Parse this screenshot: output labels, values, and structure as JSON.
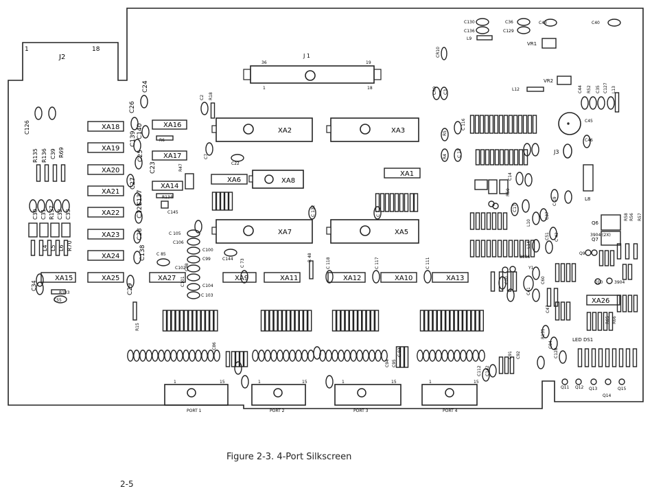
{
  "figure": {
    "caption": "Figure 2-3.  4-Port Silkscreen",
    "page_number": "2-5"
  },
  "connectors": {
    "j2": {
      "label": "J2",
      "pin_first": "1",
      "pin_last": "18"
    },
    "j1": {
      "label": "J 1",
      "pin_top_left": "36",
      "pin_top_right": "19",
      "pin_bottom_left": "1",
      "pin_bottom_right": "18"
    },
    "j3": {
      "label": "J3"
    }
  },
  "ports": [
    {
      "label": "PORT 1",
      "pin_first": "1",
      "pin_last": "15"
    },
    {
      "label": "PORT 2",
      "pin_first": "1",
      "pin_last": "15"
    },
    {
      "label": "PORT 3",
      "pin_first": "1",
      "pin_last": "15"
    },
    {
      "label": "PORT 4",
      "pin_first": "1",
      "pin_last": "15"
    }
  ],
  "large_ics": [
    "XA2",
    "XA3",
    "XA7",
    "XA5"
  ],
  "medium_ics": [
    "XA8",
    "XA1",
    "XA6",
    "XA26"
  ],
  "left_ics": [
    "XA18",
    "XA19",
    "XA20",
    "XA21",
    "XA22",
    "XA23",
    "XA24",
    "XA25"
  ],
  "small_ics": [
    "XA16",
    "XA17",
    "XA14",
    "XA27",
    "XA15",
    "XA9",
    "XA11",
    "XA12",
    "XA10",
    "XA13"
  ],
  "regulators": [
    "VR1",
    "VR2"
  ],
  "misc_labels": {
    "ds1": "LED  DS1",
    "l8": "L8",
    "l9": "L9",
    "l12": "L12",
    "y1": "Y1",
    "c45": "C45",
    "c46": "C46",
    "cr10": "CR10",
    "q6": "Q6",
    "q7": "Q7",
    "q9": "Q9",
    "q10": "Q10",
    "q11": "Q11",
    "q12": "Q12",
    "q13": "Q13",
    "q14": "Q14",
    "q15": "Q15",
    "c130": "C130",
    "c136": "C136",
    "c36": "C36",
    "c129": "C129",
    "c43": "C43",
    "c40": "C40",
    "c24": "C24",
    "c26": "C26",
    "c140": "C140",
    "c139": "C139",
    "c25": "C25",
    "c23": "C23",
    "c27": "C27",
    "c137": "C137",
    "c121": "C121",
    "c28": "C28",
    "c138": "C138",
    "c29": "C29",
    "c34": "C34",
    "c55": "C55",
    "r133": "R133",
    "c126": "C126",
    "r135": "R135",
    "r136": "R136",
    "c39": "C39",
    "r69": "R69",
    "c30": "C30",
    "c31": "C31",
    "r137": "R137",
    "c32": "C32",
    "c33": "C33",
    "l4": "L4",
    "l5": "L5",
    "l6": "L6",
    "r70": "R70",
    "r6": "R6",
    "r134": "R134",
    "c145": "C145",
    "c2": "C2",
    "r18": "R18",
    "c7": "C7",
    "c22": "C22",
    "c105": "C 105",
    "c106": "C106",
    "c100": "C100",
    "c99": "C99",
    "c102": "C102",
    "c101": "C101",
    "c104": "C104",
    "c103": "C 103",
    "c98": "C98",
    "c85": "C 85",
    "c144": "C144",
    "c73": "C 73",
    "c118": "C 118",
    "c117": "C 117",
    "c111": "C 111",
    "r48": "R 48",
    "r15": "R15",
    "c132": "C 132",
    "c1": "C 1",
    "c3": "C3",
    "cr9": "CR9",
    "c116": "C 116",
    "c11": "C 11",
    "r5": "R5",
    "r4": "R4",
    "c14": "C14",
    "c17": "C17",
    "c19": "C 19",
    "c37": "C37",
    "c42": "C 42",
    "c51": "C51",
    "l10": "L10",
    "l14": "L14",
    "c41": "C41",
    "c47": "C47",
    "c44": "C44",
    "r52": "R52",
    "c35": "C35",
    "l13": "L13",
    "c127": "C127",
    "r56": "R56",
    "r57": "R57",
    "r58": "R58",
    "q3904": "3904",
    "q3906": "3906",
    "q3904x": "3904 (2X)",
    "r65": "R65",
    "r66": "R66",
    "c20": "C20",
    "c60": "C60",
    "c112": "C112",
    "c142": "C142",
    "c94": "C94",
    "c95": "C95",
    "c93": "C 93",
    "c92": "C92",
    "c91": "C91",
    "c128": "C128",
    "r131": "R131",
    "c84": "C84",
    "c86": "C86",
    "r47": "R47",
    "r50": "R50"
  }
}
